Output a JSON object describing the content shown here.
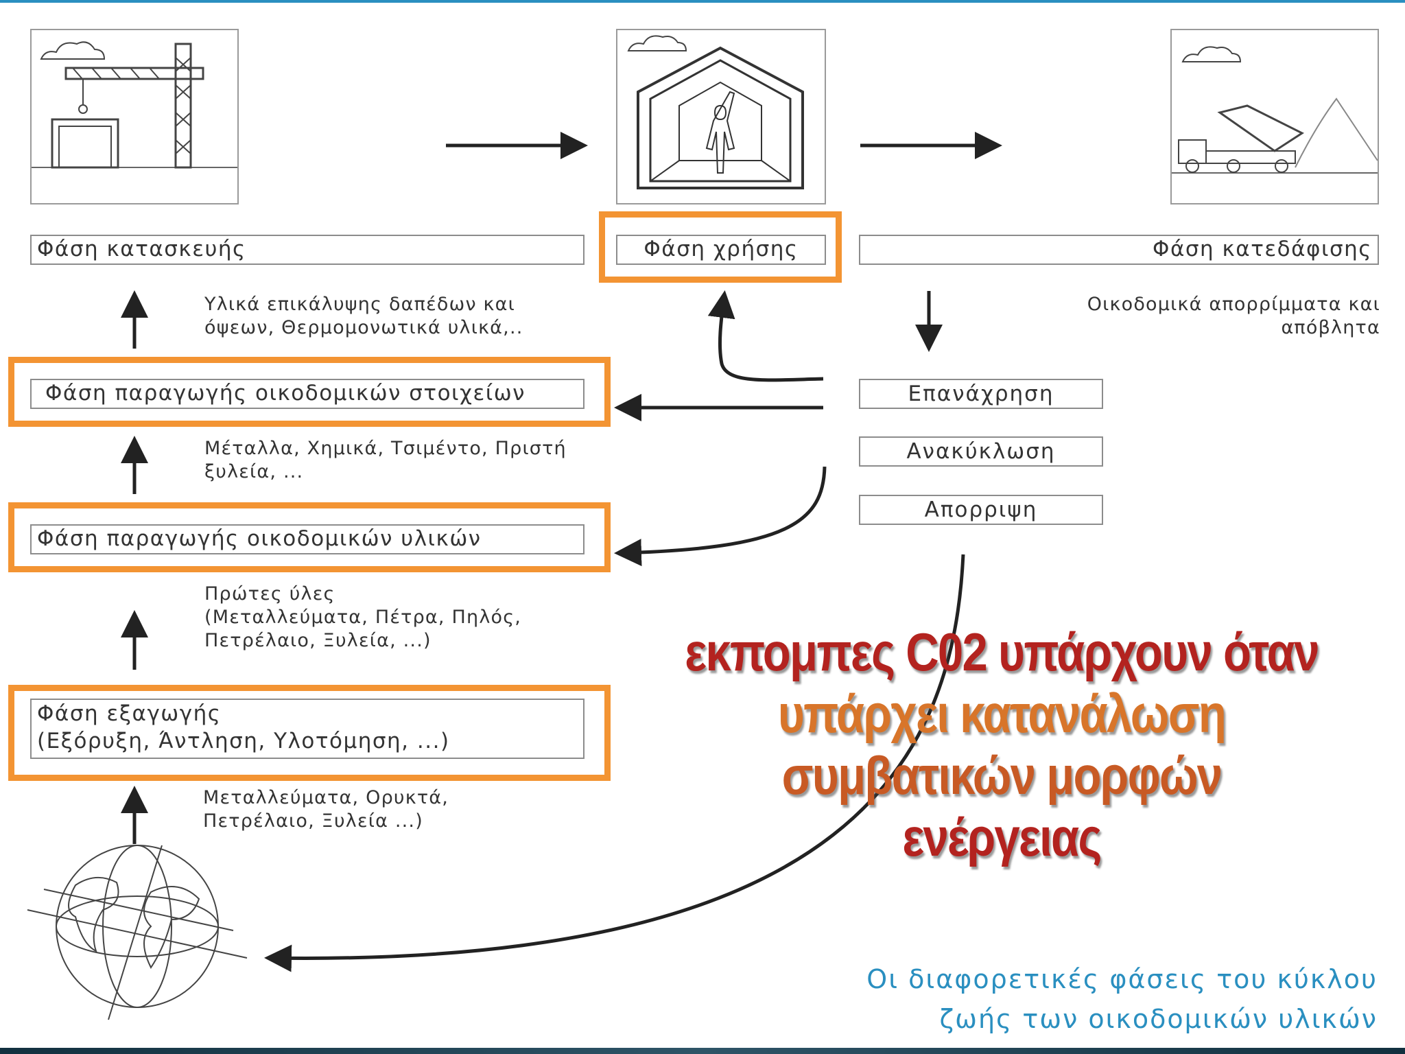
{
  "phases": {
    "construction": "Φάση κατασκευής",
    "use": "Φάση χρήσης",
    "demolition": "Φάση κατεδάφισης",
    "elements": "Φάση παραγωγής οικοδομικών στοιχείων",
    "materials": "Φάση παραγωγής οικοδομικών υλικών",
    "extraction_title": "Φάση εξαγωγής",
    "extraction_detail": "(Εξόρυξη, Άντληση, Υλοτόμηση, ...)"
  },
  "inputs": {
    "elements_line1": "Υλικά επικάλυψης δαπέδων και",
    "elements_line2": "όψεων, Θερμομονωτικά υλικά,..",
    "materials_line1": "Μέταλλα, Χημικά, Τσιμέντο, Πριστή",
    "materials_line2": "ξυλεία, ...",
    "raw_line1": "Πρώτες ύλες",
    "raw_line2": "(Μεταλλεύματα, Πέτρα, Πηλός,",
    "raw_line3": "Πετρέλαιο, Ξυλεία, ...)",
    "earth_line1": "Μεταλλεύματα, Ορυκτά,",
    "earth_line2": "Πετρέλαιο, Ξυλεία ...)"
  },
  "demolition_output": {
    "line1": "Οικοδομικά απορρίμματα και",
    "line2": "απόβλητα"
  },
  "disposal": {
    "reuse": "Επανάχρηση",
    "recycling": "Ανακύκλωση",
    "disposal": "Απορριψη"
  },
  "callout": {
    "line1": "εκπομπες C02 υπάρχουν όταν",
    "line2": "υπάρχει κατανάλωση",
    "line3": "συμβατικών μορφών",
    "line4": "ενέργειας"
  },
  "caption": {
    "line1": "Οι διαφορετικές φάσεις του κύκλου",
    "line2": "ζωής των οικοδομικών υλικών"
  },
  "colors": {
    "highlight": "#f39433",
    "caption": "#2a8fc0",
    "callout_red": "#b3231f",
    "callout_orange": "#d8752a"
  }
}
